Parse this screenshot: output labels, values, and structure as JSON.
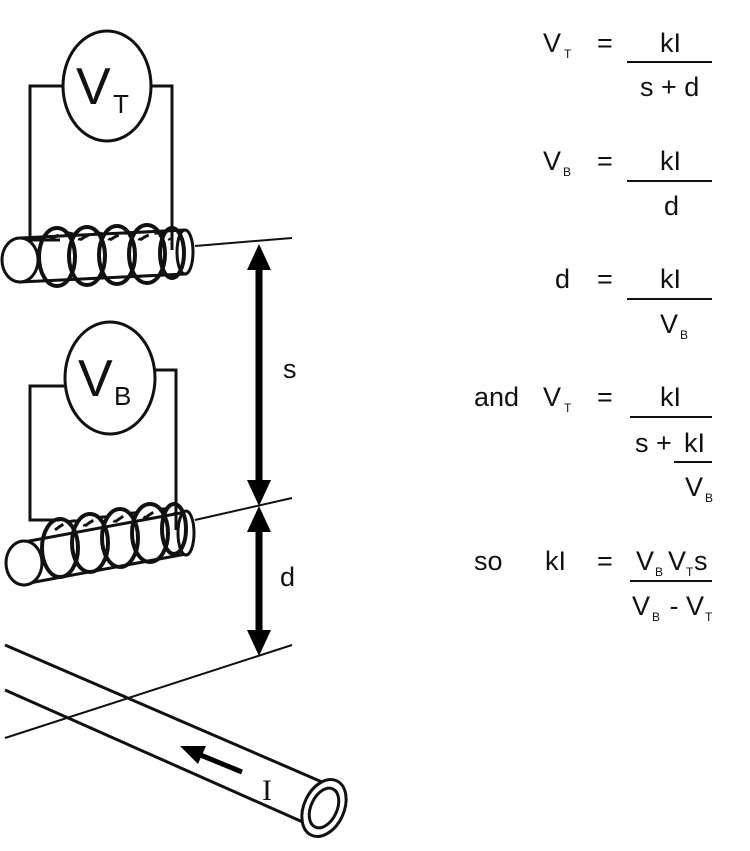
{
  "meters": {
    "top": {
      "symbol": "V",
      "subscript": "T"
    },
    "bottom": {
      "symbol": "V",
      "subscript": "B"
    }
  },
  "dimensions": {
    "s_label": "s",
    "d_label": "d"
  },
  "conductor": {
    "current_label": "I"
  },
  "equations": {
    "eq1": {
      "lhs_main": "V",
      "lhs_sub": "T",
      "equals": "=",
      "numerator": "kI",
      "denominator": "s + d"
    },
    "eq2": {
      "lhs_main": "V",
      "lhs_sub": "B",
      "equals": "=",
      "numerator": "kI",
      "denominator": "d"
    },
    "eq3": {
      "lhs": "d",
      "equals": "=",
      "numerator": "kI",
      "den_main": "V",
      "den_sub": "B"
    },
    "eq4": {
      "prefix": "and",
      "lhs_main": "V",
      "lhs_sub": "T",
      "equals": "=",
      "numerator": "kI",
      "den_left": "s + ",
      "den_frac_num": "kI",
      "den_frac_den_main": "V",
      "den_frac_den_sub": "B"
    },
    "eq5": {
      "prefix": "so",
      "lhs": "kI",
      "equals": "=",
      "num_v1": "V",
      "num_v1_sub": "B",
      "num_v2": "V",
      "num_v2_sub": "T",
      "num_s": "s",
      "den_v1": "V",
      "den_v1_sub": "B",
      "den_minus": " - ",
      "den_v2": "V",
      "den_v2_sub": "T"
    }
  }
}
